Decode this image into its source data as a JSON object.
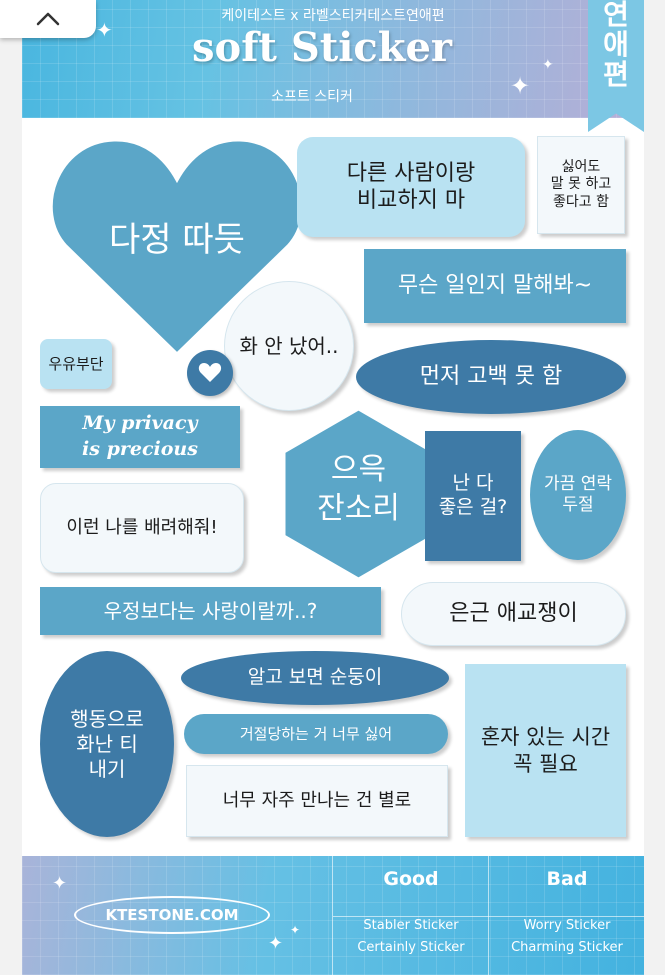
{
  "header": {
    "top_text": "케이테스트 x 라벨스티커테스트연애편",
    "title": "soft Sticker",
    "subtitle": "소프트 스티커",
    "ribbon": "연\n애\n편"
  },
  "stickers": {
    "heart": "다정 따듯",
    "compare": "다른 사람이랑\n비교하지 마",
    "hate_but_like": "싫어도\n말 못 하고\n좋다고 함",
    "what_happened": "무슨 일인지 말해봐~",
    "angry": "화 안 났어..",
    "indecisive": "우유부단",
    "confess": "먼저 고백 못 함",
    "privacy": "My privacy\nis precious",
    "nagging": "으윽\n잔소리",
    "like_me": "난 다\n좋은 걸?",
    "contact": "가끔 연락\n두절",
    "considerate": "이런 나를 배려해줘!",
    "friendship": "우정보다는 사랑이랄까..?",
    "aegyo": "은근 애교쟁이",
    "gentle": "알고 보면 순둥이",
    "upset": "행동으로\n화난 티\n내기",
    "rejected": "거절당하는 거 너무 싫어",
    "alone": "혼자 있는 시간\n꼭 필요",
    "too_often": "너무 자주 만나는 건 별로"
  },
  "footer": {
    "url": "KTESTONE.COM",
    "good_title": "Good",
    "good_lines": [
      "Stabler Sticker",
      "Certainly Sticker"
    ],
    "bad_title": "Bad",
    "bad_lines": [
      "Worry Sticker",
      "Charming Sticker"
    ]
  },
  "icons": {
    "collapse": "chevron-up-icon",
    "mini": "heart-icon",
    "sparkle": "sparkle-icon"
  },
  "colors": {
    "light": "#b9e2f2",
    "mid": "#5ba6c8",
    "dark": "#3e7aa6"
  }
}
